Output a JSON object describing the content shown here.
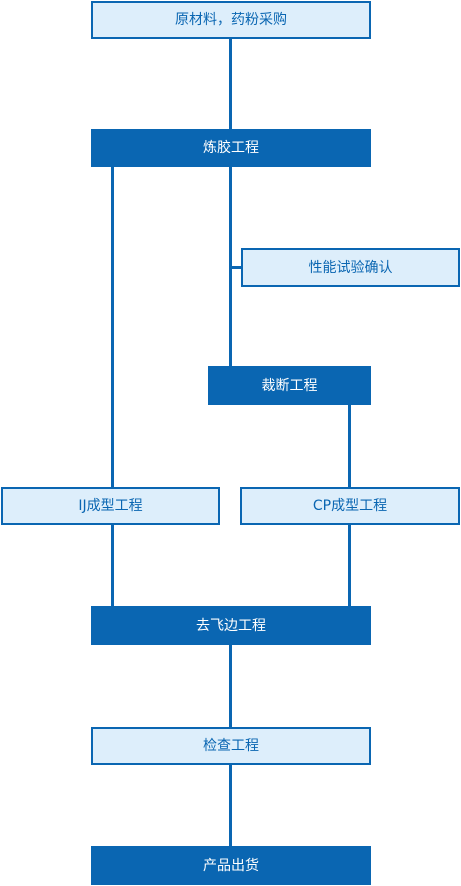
{
  "nodes": {
    "raw_material": "原材料，药粉采购",
    "mixing": "炼胶工程",
    "performance_test": "性能试验确认",
    "cutting": "裁断工程",
    "ij_molding": "IJ成型工程",
    "cp_molding": "CP成型工程",
    "deflashing": "去飞边工程",
    "inspection": "检查工程",
    "shipping": "产品出货"
  },
  "colors": {
    "primary": "#0a66b2",
    "light_fill": "#ddeefb",
    "dark_text": "#ffffff"
  }
}
